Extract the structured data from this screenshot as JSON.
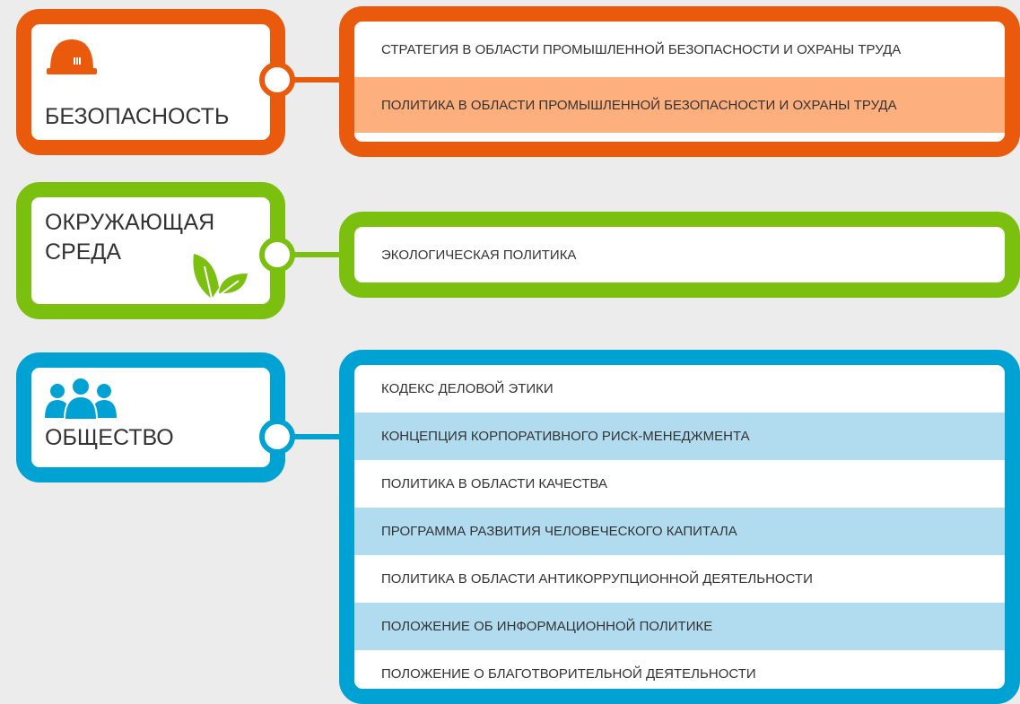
{
  "colors": {
    "safety": "#ea5a0c",
    "safety_highlight": "#fdb07e",
    "environment": "#7cc00f",
    "society": "#00a2d3",
    "society_highlight": "#b1dcf0"
  },
  "sections": {
    "safety": {
      "title": "БЕЗОПАСНОСТЬ",
      "icon": "hard-hat-icon",
      "items": [
        "СТРАТЕГИЯ В ОБЛАСТИ ПРОМЫШЛЕННОЙ БЕЗОПАСНОСТИ И ОХРАНЫ ТРУДА",
        "ПОЛИТИКА В ОБЛАСТИ ПРОМЫШЛЕННОЙ БЕЗОПАСНОСТИ И ОХРАНЫ ТРУДА"
      ]
    },
    "environment": {
      "title": "ОКРУЖАЮЩАЯ\nСРЕДА",
      "icon": "leaf-icon",
      "items": [
        "ЭКОЛОГИЧЕСКАЯ ПОЛИТИКА"
      ]
    },
    "society": {
      "title": "ОБЩЕСТВО",
      "icon": "people-icon",
      "items": [
        "КОДЕКС ДЕЛОВОЙ ЭТИКИ",
        "КОНЦЕПЦИЯ КОРПОРАТИВНОГО РИСК-МЕНЕДЖМЕНТА",
        "ПОЛИТИКА В ОБЛАСТИ КАЧЕСТВА",
        "ПРОГРАММА РАЗВИТИЯ ЧЕЛОВЕЧЕСКОГО КАПИТАЛА",
        "ПОЛИТИКА В ОБЛАСТИ АНТИКОРРУПЦИОННОЙ ДЕЯТЕЛЬНОСТИ",
        "ПОЛОЖЕНИЕ ОБ ИНФОРМАЦИОННОЙ ПОЛИТИКЕ",
        "ПОЛОЖЕНИЕ О БЛАГОТВОРИТЕЛЬНОЙ ДЕЯТЕЛЬНОСТИ"
      ]
    }
  }
}
